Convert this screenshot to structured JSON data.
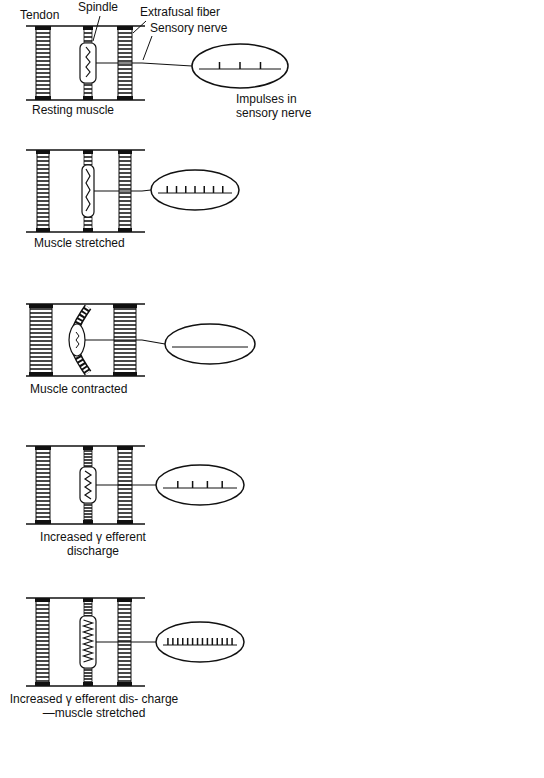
{
  "diagram": {
    "labels": [
      "Tendon",
      "Spindle",
      "Extrafusal fiber",
      "Sensory nerve",
      "Impulses in sensory nerve",
      "Resting muscle",
      "Muscle stretched",
      "Muscle contracted",
      "Increased γ efferent discharge",
      "Increased γ efferent dis- charge—muscle stretched"
    ]
  }
}
